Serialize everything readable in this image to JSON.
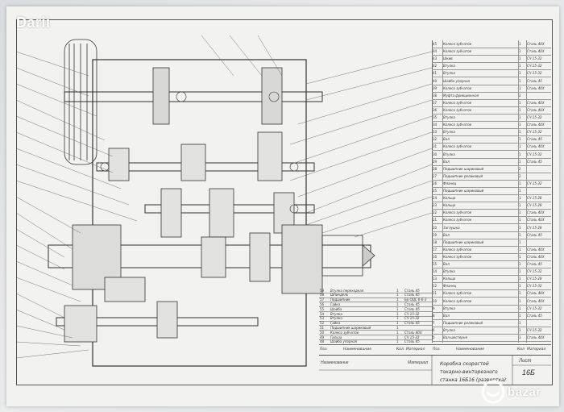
{
  "watermark": {
    "brand": "Darii"
  },
  "marketplace_logo": {
    "text": "bazar"
  },
  "parts_list": [
    {
      "pos": "45",
      "name": "Колесо зубчатое",
      "qty": "1",
      "material": "Сталь 40Х"
    },
    {
      "pos": "44",
      "name": "Колесо зубчатое",
      "qty": "1",
      "material": "Сталь 40Х"
    },
    {
      "pos": "43",
      "name": "Шкив",
      "qty": "1",
      "material": "СЧ 15-32"
    },
    {
      "pos": "42",
      "name": "Втулка",
      "qty": "1",
      "material": "СЧ 15-32"
    },
    {
      "pos": "41",
      "name": "Втулка",
      "qty": "1",
      "material": "СЧ 15-32"
    },
    {
      "pos": "40",
      "name": "Шайба упорная",
      "qty": "1",
      "material": "Сталь 45"
    },
    {
      "pos": "39",
      "name": "Колесо зубчатое",
      "qty": "1",
      "material": "Сталь 40Х"
    },
    {
      "pos": "38",
      "name": "Муфта фрикционная",
      "qty": "2",
      "material": ""
    },
    {
      "pos": "37",
      "name": "Колесо зубчатое",
      "qty": "1",
      "material": "Сталь 40Х"
    },
    {
      "pos": "36",
      "name": "Колесо зубчатое",
      "qty": "1",
      "material": "Сталь 40Х"
    },
    {
      "pos": "35",
      "name": "Втулка",
      "qty": "1",
      "material": "СЧ 15-32"
    },
    {
      "pos": "34",
      "name": "Колесо зубчатое",
      "qty": "1",
      "material": "Сталь 40Х"
    },
    {
      "pos": "33",
      "name": "Втулка",
      "qty": "1",
      "material": "СЧ 15-32"
    },
    {
      "pos": "32",
      "name": "Вал",
      "qty": "1",
      "material": "Сталь 45"
    },
    {
      "pos": "31",
      "name": "Колесо зубчатое",
      "qty": "1",
      "material": "Сталь 40Х"
    },
    {
      "pos": "30",
      "name": "Втулка",
      "qty": "1",
      "material": "СЧ 15-32"
    },
    {
      "pos": "29",
      "name": "Вал",
      "qty": "1",
      "material": "Сталь 45"
    },
    {
      "pos": "28",
      "name": "Подшипник шариковый",
      "qty": "2",
      "material": ""
    },
    {
      "pos": "27",
      "name": "Подшипник роликовый",
      "qty": "2",
      "material": ""
    },
    {
      "pos": "26",
      "name": "Фланец",
      "qty": "1",
      "material": "СЧ 15-32"
    },
    {
      "pos": "25",
      "name": "Подшипник шариковый",
      "qty": "1",
      "material": ""
    },
    {
      "pos": "24",
      "name": "Кольцо",
      "qty": "1",
      "material": "СЧ 15-28"
    },
    {
      "pos": "23",
      "name": "Кольцо",
      "qty": "1",
      "material": "СЧ 15-28"
    },
    {
      "pos": "22",
      "name": "Колесо зубчатое",
      "qty": "1",
      "material": "Сталь 40Х"
    },
    {
      "pos": "21",
      "name": "Колесо зубчатое",
      "qty": "1",
      "material": "Сталь 40Х"
    },
    {
      "pos": "20",
      "name": "Заглушка",
      "qty": "1",
      "material": "СЧ 15-28"
    },
    {
      "pos": "19",
      "name": "Вал",
      "qty": "1",
      "material": "Сталь 45"
    },
    {
      "pos": "18",
      "name": "Подшипник шариковый",
      "qty": "1",
      "material": ""
    },
    {
      "pos": "17",
      "name": "Колесо зубчатое",
      "qty": "1",
      "material": "Сталь 40Х"
    },
    {
      "pos": "16",
      "name": "Колесо зубчатое",
      "qty": "1",
      "material": "Сталь 40Х"
    },
    {
      "pos": "15",
      "name": "Вал",
      "qty": "1",
      "material": "Сталь 45"
    },
    {
      "pos": "14",
      "name": "Втулка",
      "qty": "1",
      "material": "СЧ 15-32"
    },
    {
      "pos": "13",
      "name": "Кольцо",
      "qty": "1",
      "material": "СЧ 15-28"
    },
    {
      "pos": "12",
      "name": "Фланец",
      "qty": "1",
      "material": "СЧ 15-32"
    },
    {
      "pos": "11",
      "name": "Колесо зубчатое",
      "qty": "1",
      "material": "Сталь 40Х"
    },
    {
      "pos": "10",
      "name": "Колесо зубчатое",
      "qty": "1",
      "material": "Сталь 40Х"
    },
    {
      "pos": "9",
      "name": "Втулка",
      "qty": "1",
      "material": "СЧ 15-32"
    },
    {
      "pos": "8",
      "name": "Вал",
      "qty": "1",
      "material": "Сталь 45"
    },
    {
      "pos": "7",
      "name": "Подшипник роликовый",
      "qty": "1",
      "material": ""
    },
    {
      "pos": "6",
      "name": "Втулка",
      "qty": "1",
      "material": "СЧ 15-32"
    },
    {
      "pos": "5",
      "name": "Вал-шестерня",
      "qty": "1",
      "material": "Сталь 40Х"
    }
  ],
  "lower_list": [
    {
      "pos": "59",
      "name": "Втулка переходная",
      "qty": "1",
      "material": "Сталь 45"
    },
    {
      "pos": "58",
      "name": "Шпиндель",
      "qty": "1",
      "material": "Сталь 45"
    },
    {
      "pos": "57",
      "name": "Подшипник",
      "qty": "1",
      "material": "Бр ОЦС 6-6-3"
    },
    {
      "pos": "56",
      "name": "Гайка",
      "qty": "1",
      "material": "Сталь 45"
    },
    {
      "pos": "55",
      "name": "Шайба",
      "qty": "1",
      "material": "Сталь 45"
    },
    {
      "pos": "54",
      "name": "Втулка",
      "qty": "1",
      "material": "СЧ 15-32"
    },
    {
      "pos": "53",
      "name": "Втулка",
      "qty": "1",
      "material": "СЧ 15-32"
    },
    {
      "pos": "52",
      "name": "Гайка",
      "qty": "1",
      "material": "Сталь 45"
    },
    {
      "pos": "51",
      "name": "Подшипник шариковый",
      "qty": "1",
      "material": ""
    },
    {
      "pos": "50",
      "name": "Колесо зубчатое",
      "qty": "1",
      "material": "Сталь 40Х"
    },
    {
      "pos": "49",
      "name": "Гильза",
      "qty": "1",
      "material": "СЧ 15-32"
    },
    {
      "pos": "48",
      "name": "Шайба упорная",
      "qty": "1",
      "material": "Сталь 45"
    }
  ],
  "table_header": {
    "pos": "Поз.",
    "name": "Наименование",
    "qty": "Кол",
    "material": "Материал"
  },
  "title_block": {
    "title_line1": "Коробка скоростей токарно-винторезного",
    "title_line2": "станка 16Б16 (развертка)",
    "sheet_label": "Лист",
    "sheet_number": "16Б",
    "left_label": "Наименование",
    "left_label2": "Материал"
  }
}
